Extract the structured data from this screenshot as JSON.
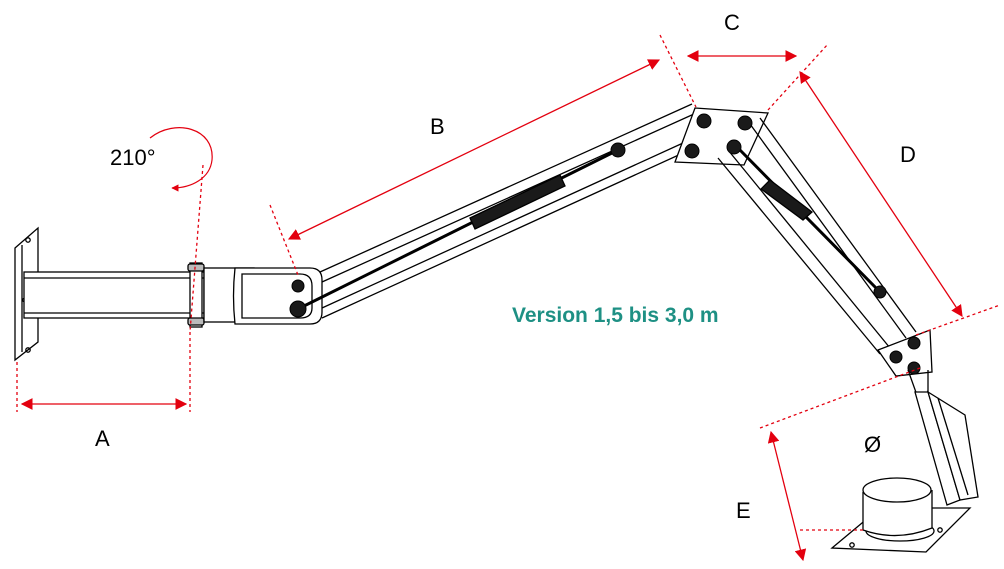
{
  "labels": {
    "a": "A",
    "b": "B",
    "c": "C",
    "d": "D",
    "e": "E",
    "diameter": "Ø",
    "rotation": "210°"
  },
  "version_text": "Version 1,5 bis 3,0 m",
  "colors": {
    "dimension": "#e3000f",
    "line": "#000000",
    "version": "#1e9084"
  }
}
